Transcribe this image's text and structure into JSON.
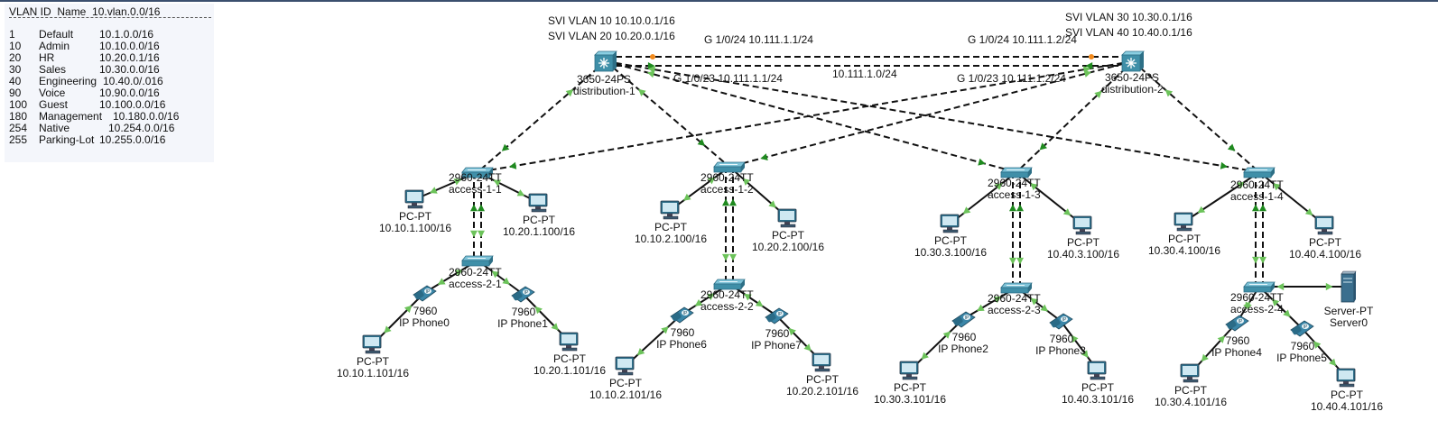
{
  "legend": {
    "header": "VLAN ID  Name  10.vlan.0.0/16",
    "rows": [
      {
        "id": "1",
        "name": "Default",
        "net": "10.1.0.0/16"
      },
      {
        "id": "10",
        "name": "Admin",
        "net": "10.10.0.0/16"
      },
      {
        "id": "20",
        "name": "HR",
        "net": "10.20.0.1/16"
      },
      {
        "id": "30",
        "name": "Sales",
        "net": "10.30.0.0/16"
      },
      {
        "id": "40",
        "name": "Engineering",
        "net": "10.40.0/.016"
      },
      {
        "id": "90",
        "name": "Voice",
        "net": "10.90.0.0/16"
      },
      {
        "id": "100",
        "name": "Guest",
        "net": "10.100.0.0/16"
      },
      {
        "id": "180",
        "name": "Management",
        "net": "10.180.0.0/16"
      },
      {
        "id": "254",
        "name": "Native",
        "net": "10.254.0.0/16"
      },
      {
        "id": "255",
        "name": "Parking-Lot",
        "net": "10.255.0.0/16"
      }
    ]
  },
  "svi": {
    "left_1": "SVI VLAN 10 10.10.0.1/16",
    "left_2": "SVI VLAN 20 10.20.0.1/16",
    "right_1": "SVI VLAN 30 10.30.0.1/16",
    "right_2": "SVI VLAN 40 10.40.0.1/16"
  },
  "links": {
    "g24_left": "G 1/0/24 10.111.1.1/24",
    "g24_right": "G 1/0/24 10.111.1.2/24",
    "g23_left": "G 1/0/23 10.111.1.1/24",
    "g23_right": "G 1/0/23 10.111.1.2/24",
    "subnet": "10.111.1.0/24"
  },
  "devices": {
    "dist1": {
      "model": "3650-24PS",
      "name": "distribution-1"
    },
    "dist2": {
      "model": "3650-24PS",
      "name": "distribution-2"
    },
    "acc11": {
      "model": "2960-24TT",
      "name": "access-1-1"
    },
    "acc12": {
      "model": "2960-24TT",
      "name": "access-1-2"
    },
    "acc13": {
      "model": "2960-24TT",
      "name": "access-1-3"
    },
    "acc14": {
      "model": "2960-24TT",
      "name": "access-1-4"
    },
    "acc21": {
      "model": "2960-24TT",
      "name": "access-2-1"
    },
    "acc22": {
      "model": "2960-24TT",
      "name": "access-2-2"
    },
    "acc23": {
      "model": "2960-24TT",
      "name": "access-2-3"
    },
    "acc24": {
      "model": "2960-24TT",
      "name": "access-2-4"
    },
    "pc_a1": {
      "model": "PC-PT",
      "ip": "10.10.1.100/16"
    },
    "pc_a2": {
      "model": "PC-PT",
      "ip": "10.20.1.100/16"
    },
    "pc_b1": {
      "model": "PC-PT",
      "ip": "10.10.2.100/16"
    },
    "pc_b2": {
      "model": "PC-PT",
      "ip": "10.20.2.100/16"
    },
    "pc_c1": {
      "model": "PC-PT",
      "ip": "10.30.3.100/16"
    },
    "pc_c2": {
      "model": "PC-PT",
      "ip": "10.40.3.100/16"
    },
    "pc_d1": {
      "model": "PC-PT",
      "ip": "10.30.4.100/16"
    },
    "pc_d2": {
      "model": "PC-PT",
      "ip": "10.40.4.100/16"
    },
    "pc_a3": {
      "model": "PC-PT",
      "ip": "10.10.1.101/16"
    },
    "pc_a4": {
      "model": "PC-PT",
      "ip": "10.20.1.101/16"
    },
    "pc_b3": {
      "model": "PC-PT",
      "ip": "10.10.2.101/16"
    },
    "pc_b4": {
      "model": "PC-PT",
      "ip": "10.20.2.101/16"
    },
    "pc_c3": {
      "model": "PC-PT",
      "ip": "10.30.3.101/16"
    },
    "pc_c4": {
      "model": "PC-PT",
      "ip": "10.40.3.101/16"
    },
    "pc_d3": {
      "model": "PC-PT",
      "ip": "10.30.4.101/16"
    },
    "pc_d4": {
      "model": "PC-PT",
      "ip": "10.40.4.101/16"
    },
    "ph0": {
      "model": "7960",
      "name": "IP Phone0"
    },
    "ph1": {
      "model": "7960",
      "name": "IP Phone1"
    },
    "ph6": {
      "model": "7960",
      "name": "IP Phone6"
    },
    "ph7": {
      "model": "7960",
      "name": "IP Phone7"
    },
    "ph2": {
      "model": "7960",
      "name": "IP Phone2"
    },
    "ph3": {
      "model": "7960",
      "name": "IP Phone3"
    },
    "ph4": {
      "model": "7960",
      "name": "IP Phone4"
    },
    "ph5": {
      "model": "7960",
      "name": "IP Phone5"
    },
    "srv0": {
      "model": "Server-PT",
      "name": "Server0"
    }
  },
  "colors": {
    "link": "#111111",
    "port_up": "#1f8a1f",
    "port_light": "#6cc35a",
    "port_orange": "#f28a1c",
    "switch": "#3f8fa8"
  }
}
